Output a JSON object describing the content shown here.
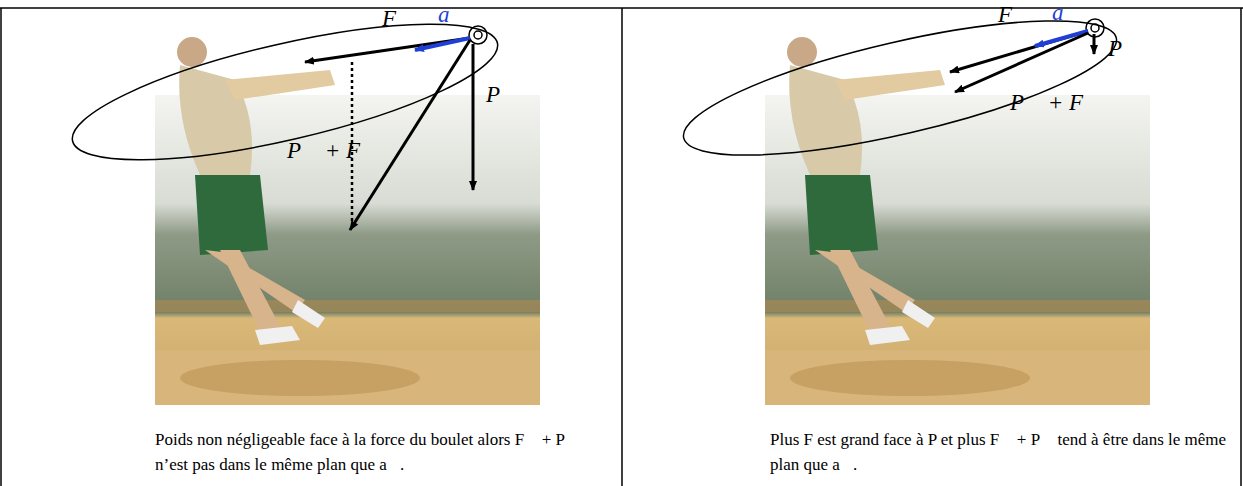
{
  "diagram": {
    "nodes": [
      {
        "text": [
          "Poids non négligeable face à la force du boulet alors F⃗ + P⃗ n’est pas dans le même plan que a⃗."
        ]
      },
      {
        "text": [
          "Plus F est grand face à P et plus F⃗ + P⃗ tend à être dans le même plan que a⃗."
        ]
      }
    ],
    "labels": [
      "F⃗",
      "a⃗",
      "P⃗",
      "P⃗ + F⃗",
      "F⃗",
      "a⃗",
      "P⃗",
      "P⃗ + F⃗"
    ]
  }
}
